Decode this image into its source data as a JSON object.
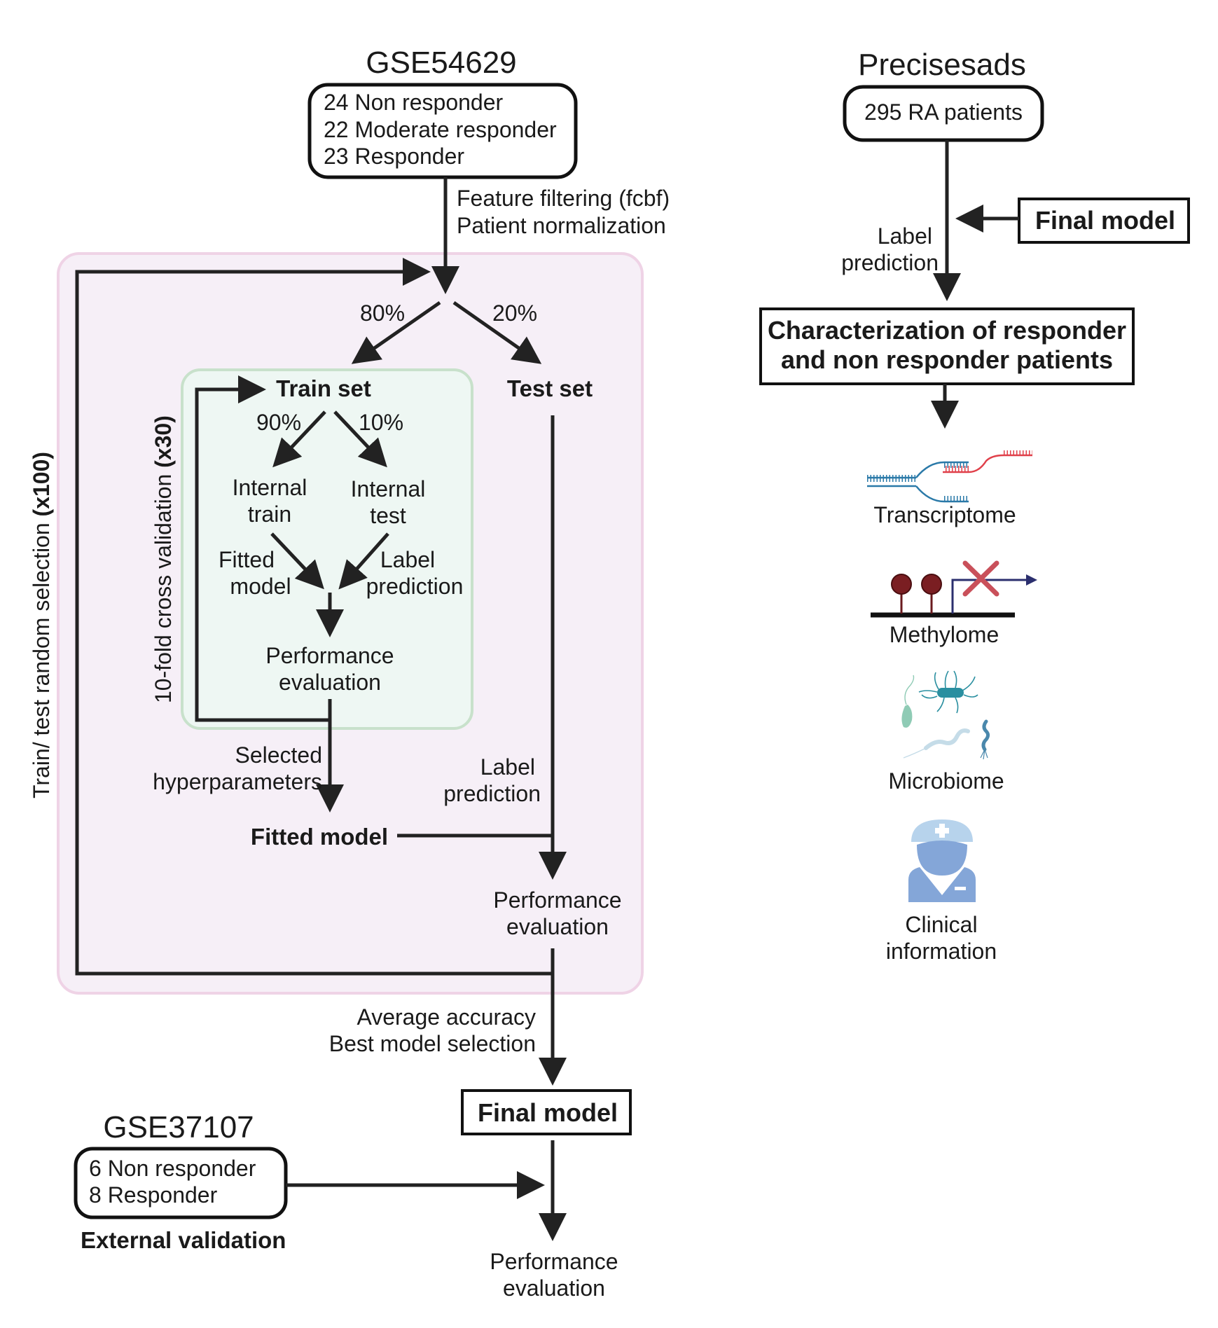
{
  "left_panel": {
    "dataset_title": "GSE54629",
    "dataset_groups": [
      "24 Non responder",
      "22 Moderate responder",
      "23 Responder"
    ],
    "preprocessing": [
      "Feature filtering (fcbf)",
      "Patient normalization"
    ],
    "outer_loop_label": "Train/ test random selection ",
    "outer_loop_count": "(x100)",
    "split_train_pct": "80%",
    "split_test_pct": "20%",
    "train_set": "Train set",
    "test_set": "Test set",
    "inner_loop_label": "10-fold cross validation ",
    "inner_loop_count": "(x30)",
    "inner_split_train_pct": "90%",
    "inner_split_test_pct": "10%",
    "internal_train": [
      "Internal",
      "train"
    ],
    "internal_test": [
      "Internal",
      "test"
    ],
    "inner_fitted_model": [
      "Fitted",
      "model"
    ],
    "inner_label_prediction": [
      "Label",
      "prediction"
    ],
    "inner_performance": [
      "Performance",
      "evaluation"
    ],
    "selected_hyperparameters": [
      "Selected",
      "hyperparameters"
    ],
    "fitted_model": "Fitted model",
    "outer_label_prediction": [
      "Label",
      "prediction"
    ],
    "outer_performance": [
      "Performance",
      "evaluation"
    ],
    "aggregation": [
      "Average accuracy",
      "Best model selection"
    ],
    "final_model": "Final model",
    "validation_title": "GSE37107",
    "validation_groups": [
      "6 Non responder",
      "8 Responder"
    ],
    "validation_caption": "External validation",
    "final_performance": [
      "Performance",
      "evaluation"
    ]
  },
  "right_panel": {
    "cohort_title": "Precisesads",
    "cohort_box": "295 RA patients",
    "final_model": "Final model",
    "label_prediction": [
      "Label",
      "prediction"
    ],
    "characterization": [
      "Characterization of responder",
      "and non responder patients"
    ],
    "omics": [
      {
        "icon": "dna-transcription-icon",
        "label": "Transcriptome"
      },
      {
        "icon": "methylation-icon",
        "label": "Methylome"
      },
      {
        "icon": "bacteria-icon",
        "label": "Microbiome"
      },
      {
        "icon": "clinician-icon",
        "label": [
          "Clinical",
          "information"
        ]
      }
    ]
  },
  "colors": {
    "outer_box_fill": "#f6eff7",
    "outer_box_border": "#efd3e6",
    "inner_box_fill": "#eef7f3",
    "inner_box_border": "#c8e1cb",
    "arrow": "#222222",
    "dna_blue": "#2a79a8",
    "dna_red": "#e0404a",
    "methyl_dark_red": "#7a1e22",
    "methyl_x": "#c9505a",
    "promoter_navy": "#2b2f6e",
    "clinician_blue": "#84a6d8",
    "clinician_cap": "#b7d3ec"
  }
}
